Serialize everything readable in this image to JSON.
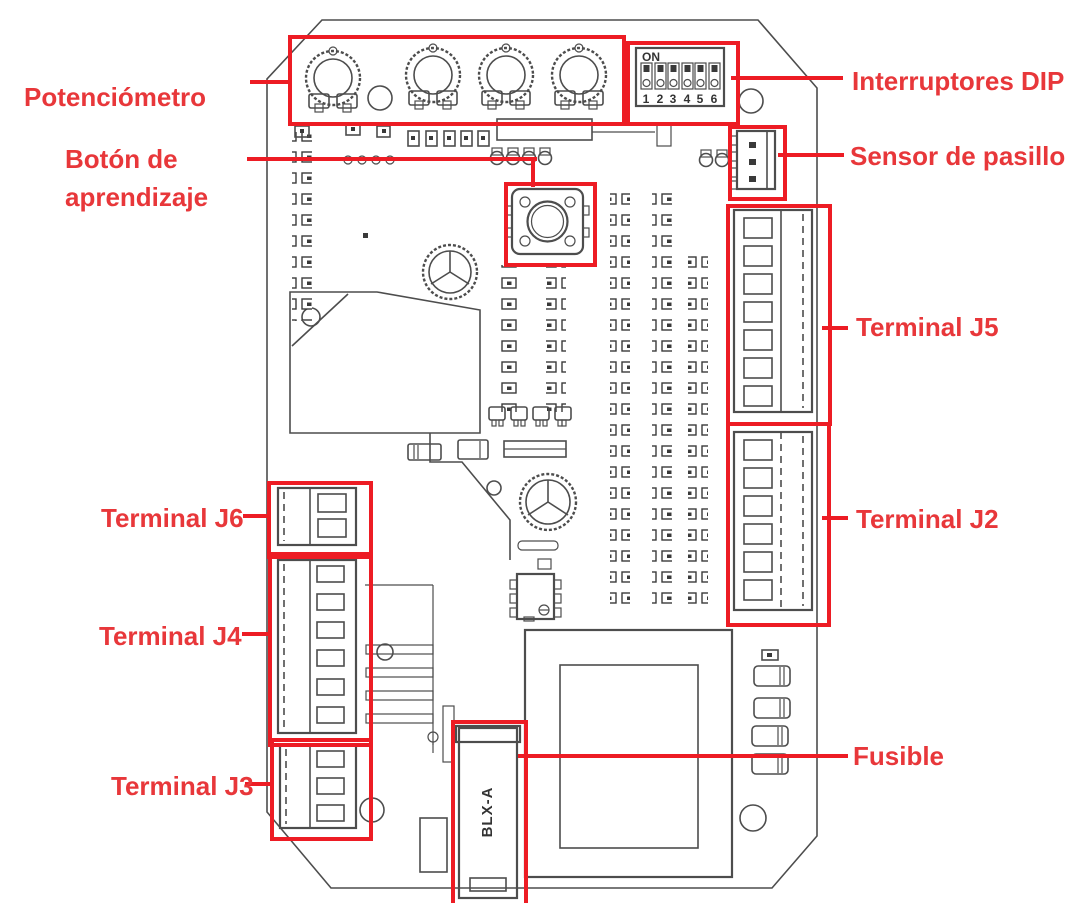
{
  "diagram": {
    "labels": {
      "potentiometer": "Potenciómetro",
      "learn_button_line1": "Botón de",
      "learn_button_line2": "aprendizaje",
      "dip_switches": "Interruptores DIP",
      "hall_sensor": "Sensor de pasillo",
      "terminal_j5": "Terminal J5",
      "terminal_j2": "Terminal J2",
      "terminal_j6": "Terminal J6",
      "terminal_j4": "Terminal J4",
      "terminal_j3": "Terminal J3",
      "fuse": "Fusible"
    },
    "board_markings": {
      "dip_on": "ON",
      "dip_numbers": [
        "1",
        "2",
        "3",
        "4",
        "5",
        "6"
      ],
      "fuse_marking": "BLX-A"
    },
    "colors": {
      "annotation_red": "#ed1c24",
      "label_red": "#e8373a",
      "board_line": "#4d4d4d"
    }
  }
}
